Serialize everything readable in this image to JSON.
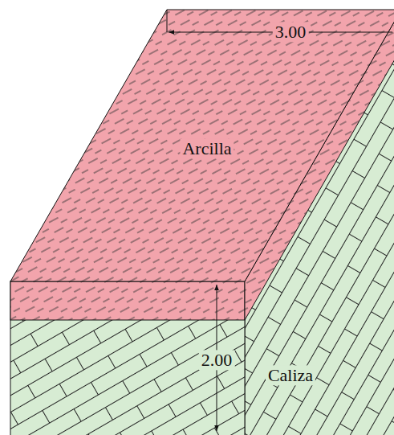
{
  "diagram": {
    "nodes": [
      {
        "text": [
          "Arcilla"
        ]
      },
      {
        "text": [
          "Caliza"
        ]
      }
    ],
    "labels": [
      "3.00",
      "2.00"
    ]
  }
}
